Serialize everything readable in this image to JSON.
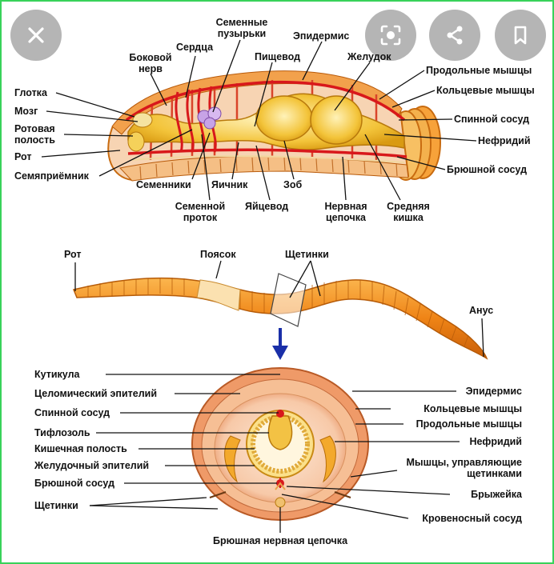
{
  "colors": {
    "frame": "#38d25a",
    "worm": "#f08a1e",
    "blood": "#d8181b",
    "gut": "#f5c840"
  },
  "overlay": {
    "close_icon": "close-icon",
    "lens_icon": "lens-icon",
    "share_icon": "share-icon",
    "bookmark_icon": "bookmark-icon"
  },
  "anatomy_top": {
    "glotka": "Глотка",
    "mozg": "Мозг",
    "rotovaya": "Ротовая",
    "polost": "полость",
    "rot": "Рот",
    "semyapriemnik": "Семяприёмник",
    "bokovoy": "Боковой",
    "nerv": "нерв",
    "serdtsa": "Сердца",
    "semennye": "Семенные",
    "puzyrki": "пузырьки",
    "pishchevod": "Пищевод",
    "epidermis": "Эпидермис",
    "zheludok": "Желудок",
    "prodolnye": "Продольные мышцы",
    "koltsevye": "Кольцевые мышцы",
    "spinnoy": "Спинной сосуд",
    "nefridiy": "Нефридий",
    "bryushnoy": "Брюшной сосуд",
    "semenniki": "Семенники",
    "yaichnik": "Яичник",
    "zob": "Зоб",
    "semennoy": "Семенной",
    "protok": "проток",
    "yaytsevod": "Яйцевод",
    "nervnaya": "Нервная",
    "tsepochka": "цепочка",
    "srednyaya": "Средняя",
    "kishka": "кишка"
  },
  "worm_body": {
    "rot": "Рот",
    "poyasok": "Поясок",
    "shchetinki": "Щетинки",
    "anus": "Анус"
  },
  "cross_section": {
    "kutikula": "Кутикула",
    "tselomicheskiy": "Целомический эпителий",
    "spinnoy": "Спинной сосуд",
    "tiflozol": "Тифлозоль",
    "kishechnaya": "Кишечная полость",
    "zheludochny": "Желудочный эпителий",
    "bryushnoy": "Брюшной сосуд",
    "shchetinki": "Щетинки",
    "epidermis": "Эпидермис",
    "koltsevye": "Кольцевые мышцы",
    "prodolnye": "Продольные мышцы",
    "nefridiy": "Нефридий",
    "myshtsy1": "Мышцы, управляющие",
    "myshtsy2": "щетинками",
    "bryzheyka": "Брыжейка",
    "krovenosny": "Кровеносный сосуд",
    "bryushnaya_tsepochka": "Брюшная нервная цепочка"
  }
}
